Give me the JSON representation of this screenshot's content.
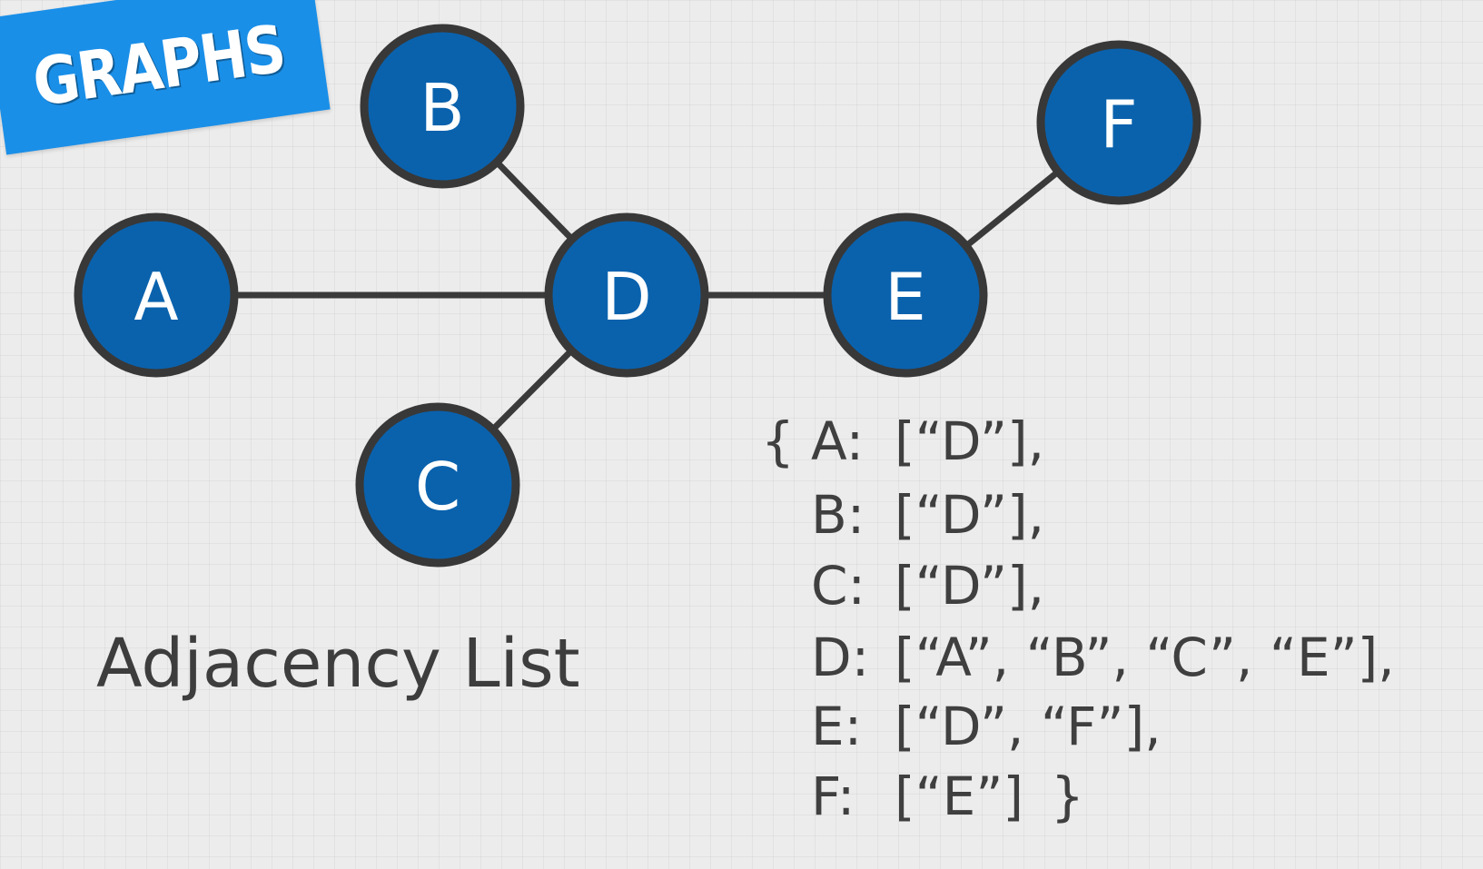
{
  "badge": {
    "text": "GRAPHS"
  },
  "title": "Adjacency List",
  "colors": {
    "node_fill": "#0a62ad",
    "node_stroke": "#383838",
    "edge": "#3a3a3a",
    "badge": "#1a8fe8",
    "text": "#3d3d3d"
  },
  "graph": {
    "nodes": [
      "A",
      "B",
      "C",
      "D",
      "E",
      "F"
    ],
    "edges": [
      [
        "A",
        "D"
      ],
      [
        "B",
        "D"
      ],
      [
        "C",
        "D"
      ],
      [
        "D",
        "E"
      ],
      [
        "E",
        "F"
      ]
    ]
  },
  "adjacency": {
    "open_brace": "{",
    "close_brace": "}",
    "rows": [
      {
        "key": "A:",
        "value": "[“D”],"
      },
      {
        "key": "B:",
        "value": "[“D”],"
      },
      {
        "key": "C:",
        "value": "[“D”],"
      },
      {
        "key": "D:",
        "value": "[“A”, “B”, “C”, “E”],"
      },
      {
        "key": "E:",
        "value": "[“D”, “F”],"
      },
      {
        "key": "F:",
        "value": "[“E”]"
      }
    ]
  }
}
